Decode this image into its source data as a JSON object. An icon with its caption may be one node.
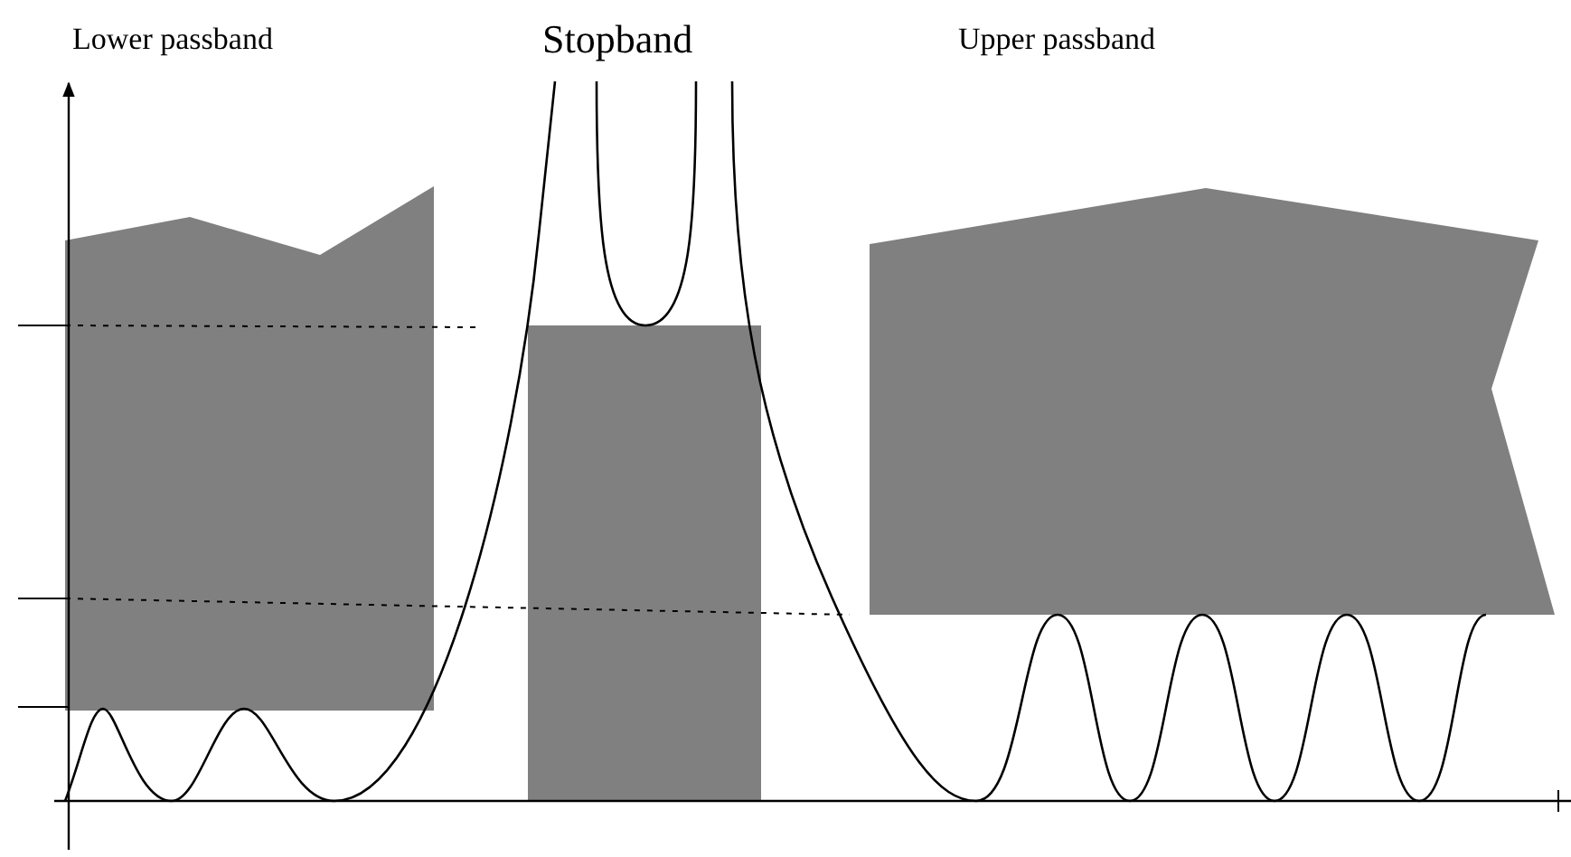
{
  "diagram": {
    "labels": [
      "Lower passband",
      "Stopband",
      "Upper passband"
    ]
  }
}
